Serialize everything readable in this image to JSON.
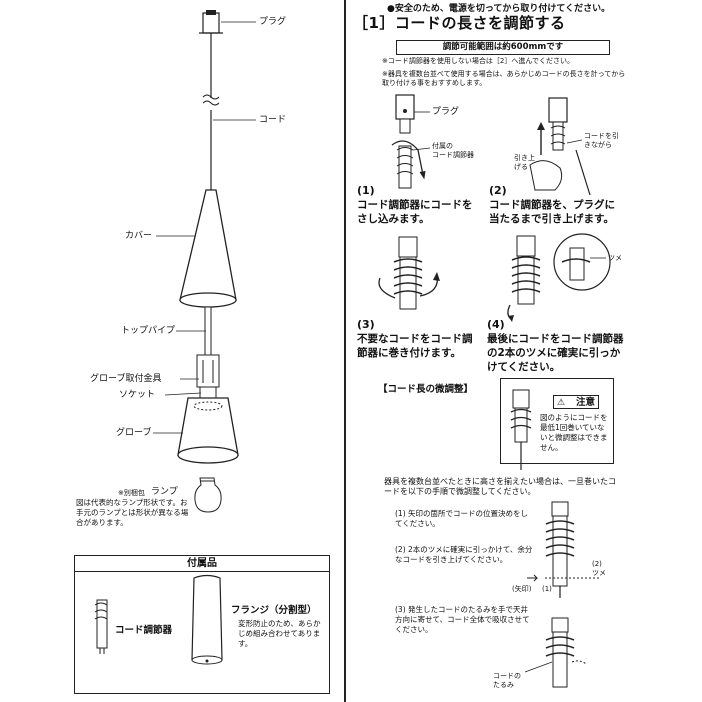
{
  "left": {
    "labels": {
      "plug": "プラグ",
      "cord": "コード",
      "cover": "カバー",
      "top_pipe": "トップパイプ",
      "globe_bracket": "グローブ取付金具",
      "socket": "ソケット",
      "globe": "グローブ",
      "lamp_prefix": "※別梱包",
      "lamp": "ランプ",
      "lamp_note": "図は代表的なランプ形状です。お手元のランプとは形状が異なる場合があります。"
    },
    "accessories": {
      "title": "付属品",
      "cord_adjuster": "コード調節器",
      "flange_title": "フランジ（分割型）",
      "flange_note": "変形防止のため、あらかじめ組み合わせてあります。"
    }
  },
  "right": {
    "safety_note": "●安全のため、電源を切ってから取り付けてください。",
    "heading": "［1］コードの長さを調節する",
    "range_box": "調節可能範囲は約600mmです",
    "note1": "※コード調節器を使用しない場合は［2］へ進んでください。",
    "note2": "※器具を複数台並べて使用する場合は、あらかじめコードの長さを計ってから取り付ける事をおすすめします。",
    "fig_labels": {
      "plug": "プラグ",
      "included": "付属の",
      "adjuster": "コード調節器",
      "pull_while": "コードを引きながら",
      "pull_up": "引き上げる",
      "tsume": "ツメ"
    },
    "steps": [
      {
        "num": "(1)",
        "text": "コード調節器にコードをさし込みます。"
      },
      {
        "num": "(2)",
        "text": "コード調節器を、プラグに当たるまで引き上げます。"
      },
      {
        "num": "(3)",
        "text": "不要なコードをコード調節器に巻き付けます。"
      },
      {
        "num": "(4)",
        "text": "最後にコードをコード調節器の2本のツメに確実に引っかけてください。"
      }
    ],
    "fine_adjust": {
      "title": "【コード長の微調整】",
      "caution_title": "注意",
      "caution_text": "図のようにコードを最低1回巻いていないと微調整はできません。",
      "intro": "器具を複数台並べたときに高さを揃えたい場合は、一旦巻いたコードを以下の手順で微調整してください。",
      "steps": [
        {
          "num": "(1)",
          "text": "矢印の箇所でコードの位置決めをしてください。"
        },
        {
          "num": "(2)",
          "text": "2本のツメに確実に引っかけて、余分なコードを引き上げてください。"
        },
        {
          "num": "(3)",
          "text": "発生したコードのたるみを手で天井方向に寄せて、コード全体で吸収させてください。"
        }
      ],
      "fig_labels": {
        "tsume_num": "(2)",
        "tsume": "ツメ",
        "arrow_mark": "(矢印)",
        "one": "(1)",
        "slack": "コードのたるみ"
      }
    }
  }
}
